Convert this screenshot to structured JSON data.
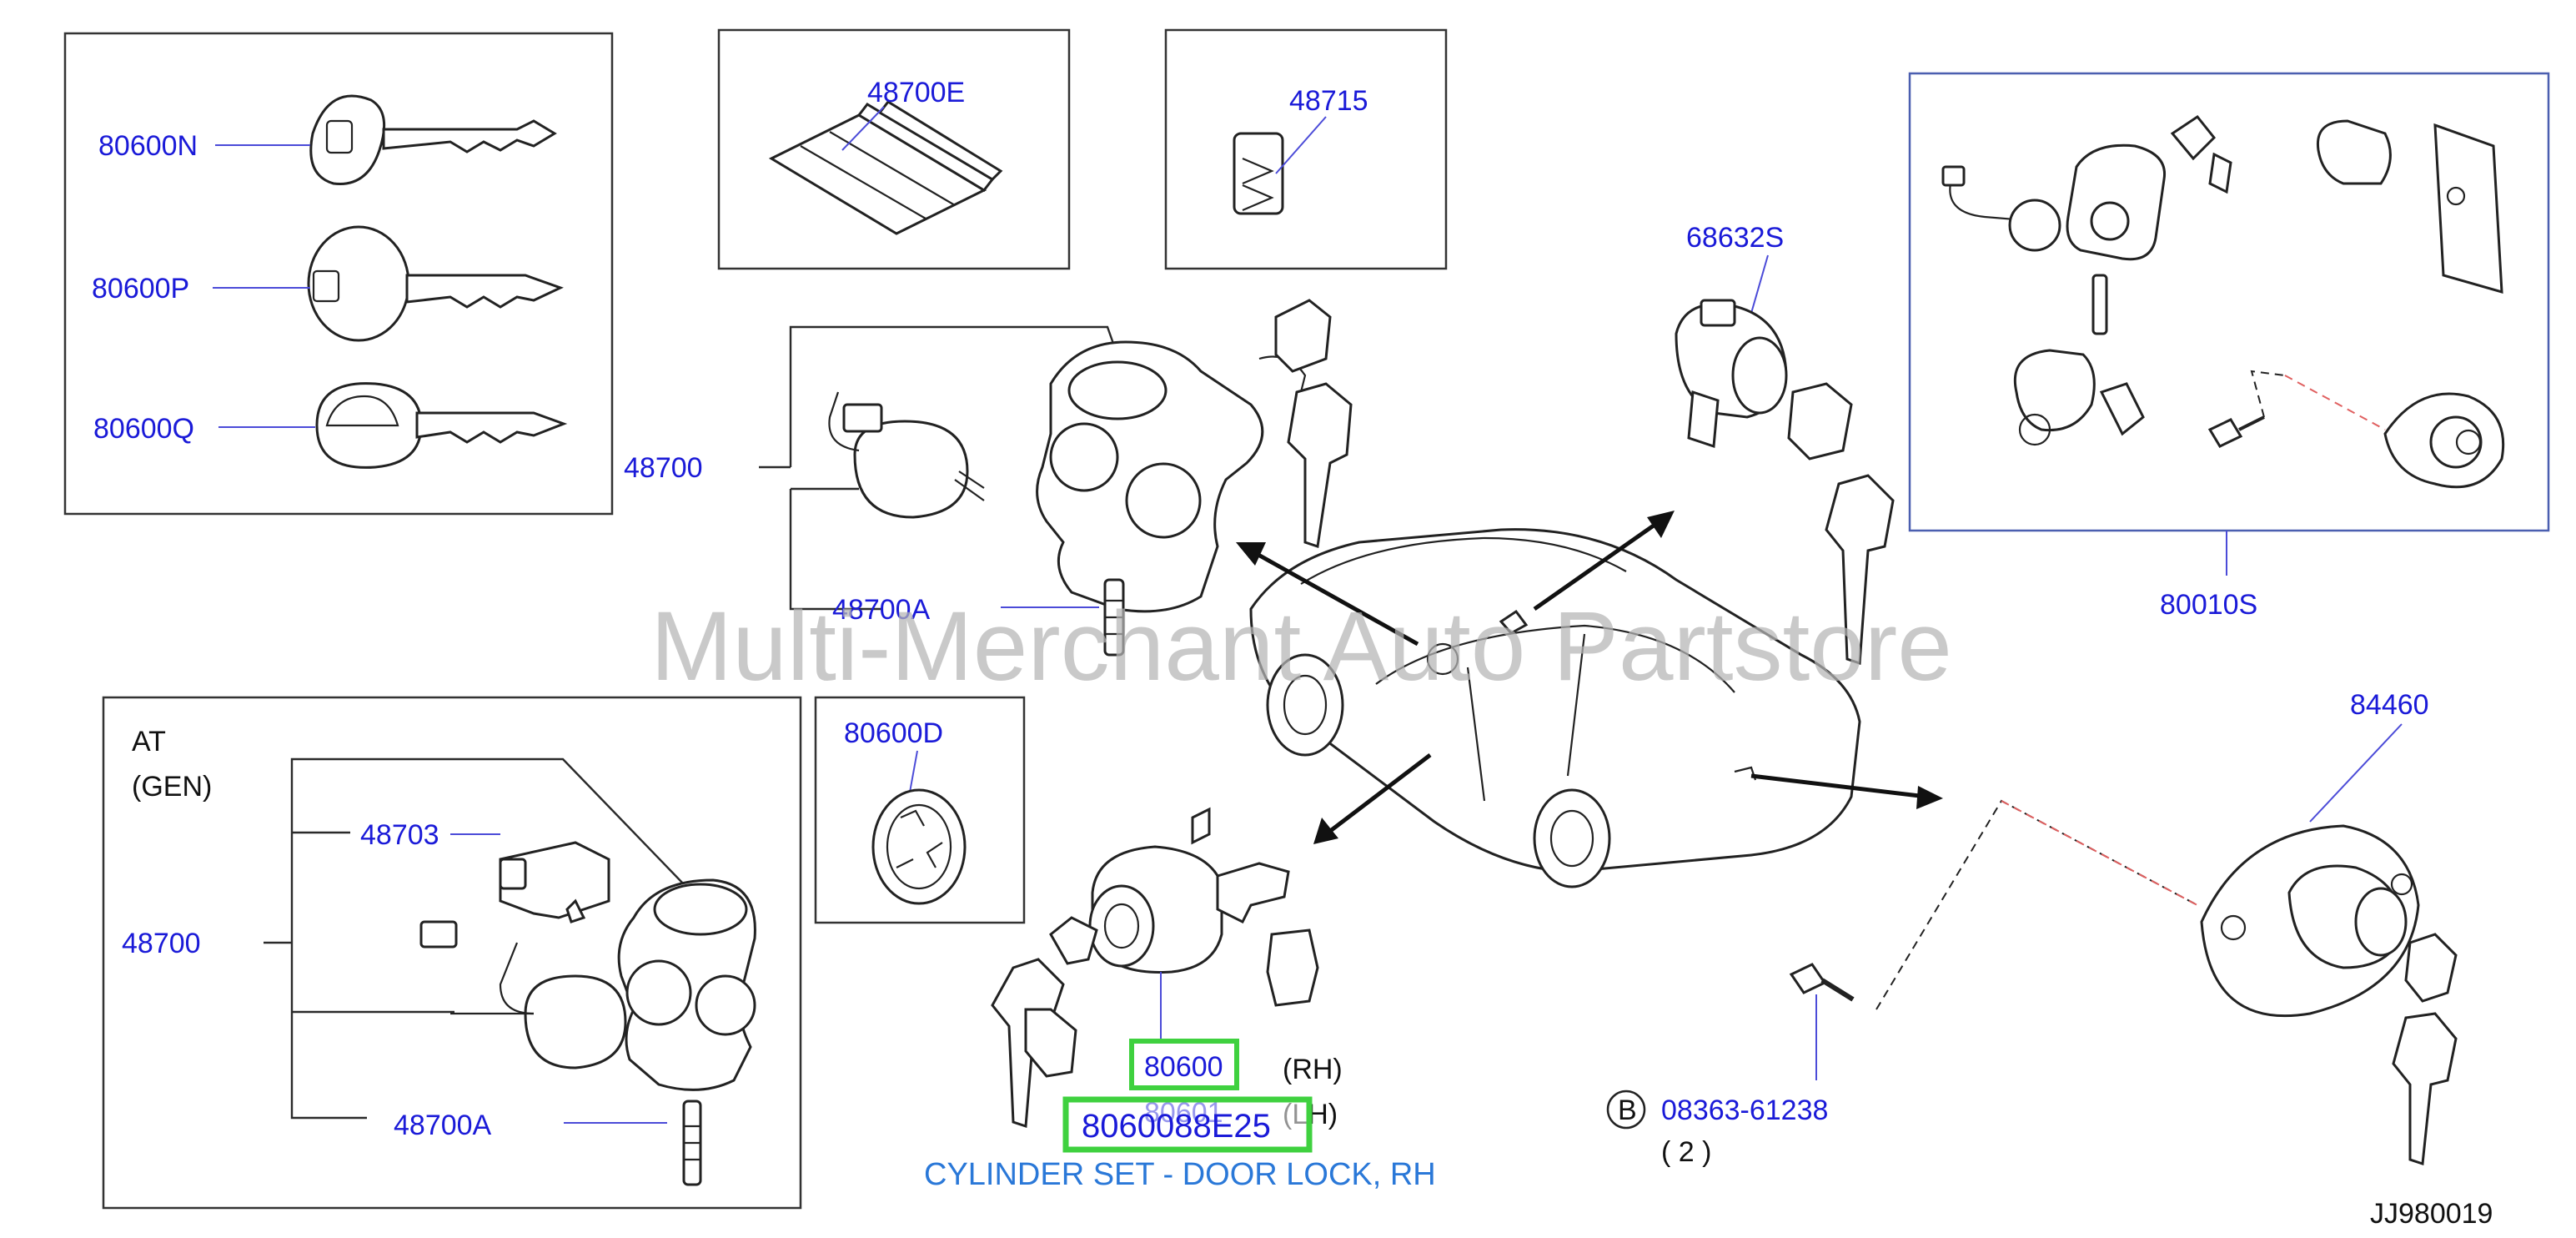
{
  "watermark": "Multi-Merchant Auto Partstore",
  "diagram_code": "JJ980019",
  "labels": {
    "key_n": "80600N",
    "key_p": "80600P",
    "key_q": "80600Q",
    "insert_e": "48700E",
    "bracket": "48715",
    "steering_lock": "48700",
    "steering_lock_a": "48700A",
    "cyl_68632s": "68632S",
    "lock_set": "80010S",
    "trunk_lock": "84460",
    "escutcheon": "80600D",
    "at_title": "AT",
    "at_sub": "(GEN)",
    "at_48703": "48703",
    "at_48700": "48700",
    "at_48700a": "48700A",
    "door_rh_code": "80600",
    "door_rh_side": "(RH)",
    "door_lh_code": "80601",
    "door_lh_side": "(LH)",
    "bolt_marker": "B",
    "bolt_code": "08363-61238",
    "bolt_qty": "( 2 )"
  },
  "highlight": {
    "part_number": "8060088E25",
    "caption": "CYLINDER SET - DOOR LOCK, RH",
    "color": "#3fd13f"
  },
  "colors": {
    "label": "#1a1ad8",
    "caption": "#2a78d8",
    "line": "#222222",
    "dash_red": "#e06060"
  }
}
